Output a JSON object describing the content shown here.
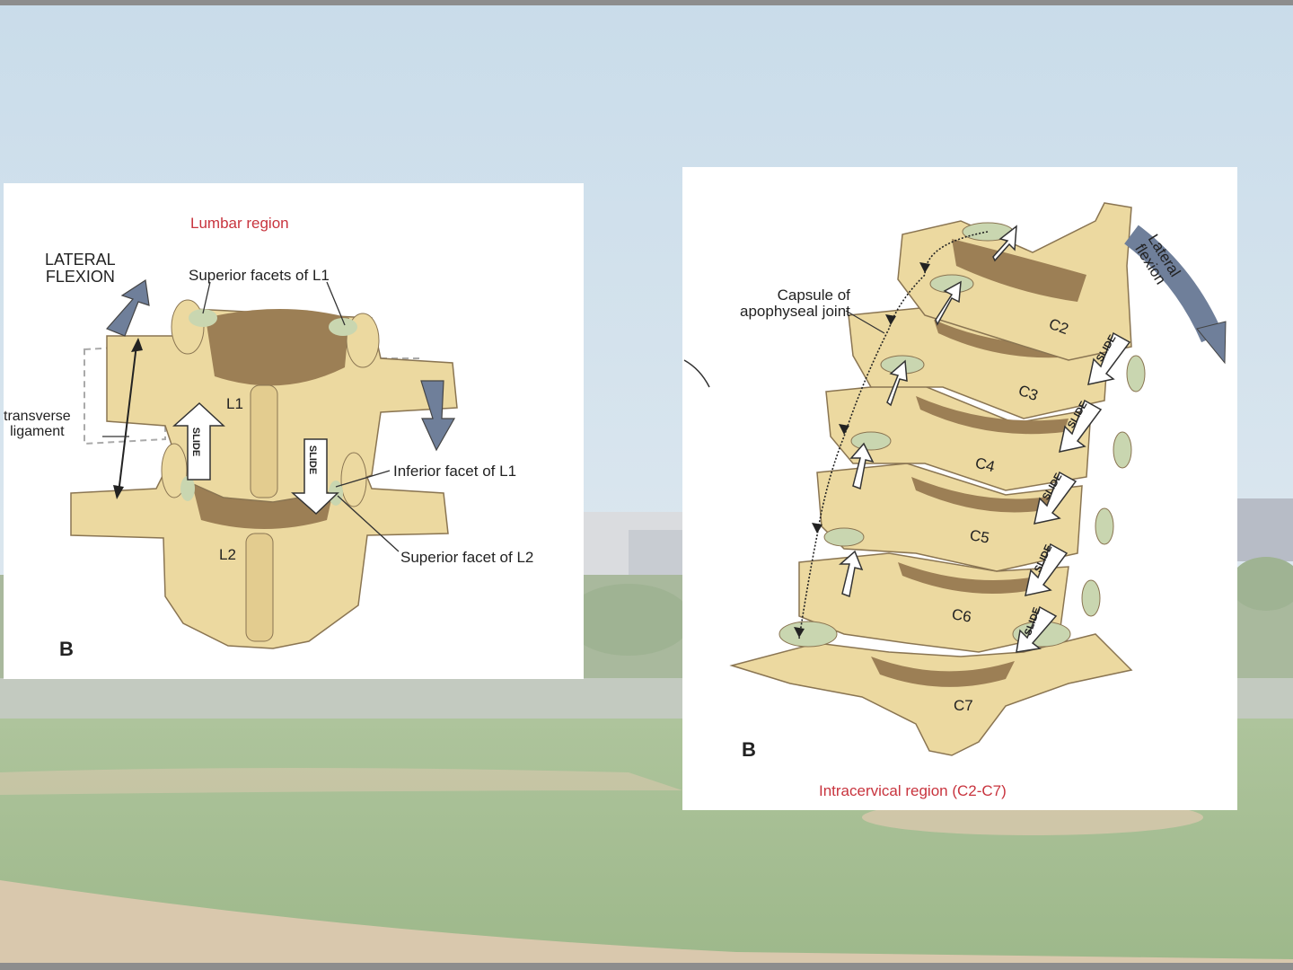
{
  "lumbar": {
    "title": "Lumbar region",
    "lateral_flexion": [
      "LATERAL",
      "FLEXION"
    ],
    "superior_facets": "Superior facets of L1",
    "transverse_ligament": [
      "transverse",
      "ligament"
    ],
    "inferior_facet": "Inferior facet of L1",
    "superior_facet_l2": "Superior facet of L2",
    "vertebra_l1": "L1",
    "vertebra_l2": "L2",
    "slide": "SLIDE",
    "panel_letter": "B"
  },
  "cervical": {
    "title": "Intracervical region (C2-C7)",
    "lateral_flexion": [
      "Lateral",
      "flexion"
    ],
    "capsule": [
      "Capsule of",
      "apophyseal joint"
    ],
    "vertebrae": [
      "C2",
      "C3",
      "C4",
      "C5",
      "C6",
      "C7"
    ],
    "slide": "SLIDE",
    "panel_letter": "B"
  },
  "colors": {
    "bone": "#ecd9a0",
    "bone_shadow": "#9c7f55",
    "cartilage": "#c9d6b0",
    "arrow_blue": "#6f7f9a",
    "label_red": "#c8343e"
  }
}
